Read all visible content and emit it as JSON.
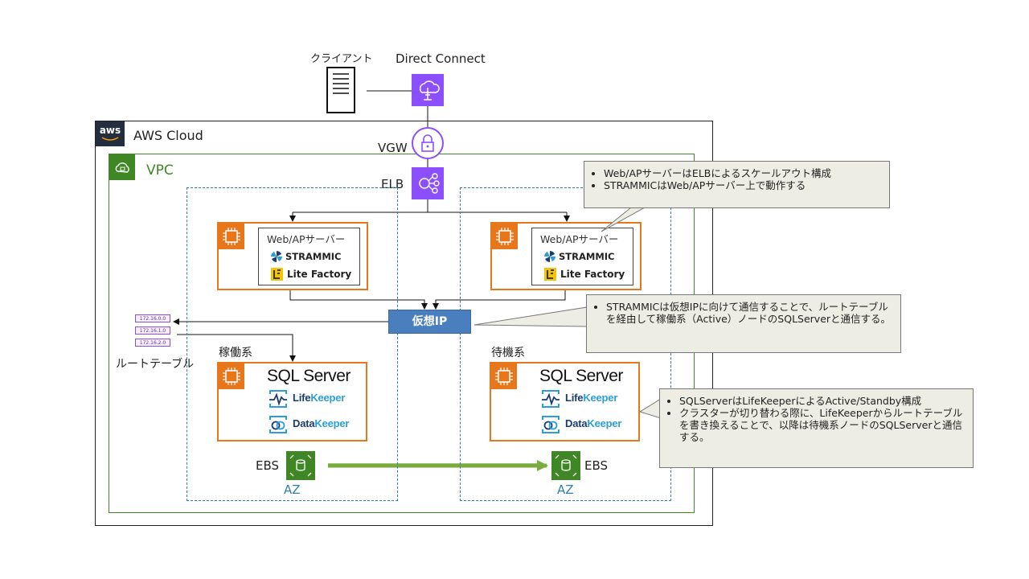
{
  "labels": {
    "client": "クライアント",
    "direct_connect": "Direct Connect",
    "aws_cloud": "AWS Cloud",
    "aws_logo": "aws",
    "vgw": "VGW",
    "vpc": "VPC",
    "elb": "ELB",
    "virtual_ip": "仮想IP",
    "route_table": "ルートテーブル",
    "active": "稼働系",
    "standby": "待機系",
    "ebs_left": "EBS",
    "ebs_right": "EBS",
    "az_left": "AZ",
    "az_right": "AZ"
  },
  "route_table_rows": [
    "172.16.0.0",
    "172.16.1.0",
    "172.16.2.0"
  ],
  "servers": {
    "web_left": {
      "title": "Web/APサーバー",
      "strammic": "STRAMMIC",
      "litefactory": "Lite Factory"
    },
    "web_right": {
      "title": "Web/APサーバー",
      "strammic": "STRAMMIC",
      "litefactory": "Lite Factory"
    },
    "sql_left": {
      "title": "SQL Server",
      "lk_a": "Life",
      "lk_b": "Keeper",
      "dk_a": "Data",
      "dk_b": "Keeper"
    },
    "sql_right": {
      "title": "SQL Server",
      "lk_a": "Life",
      "lk_b": "Keeper",
      "dk_a": "Data",
      "dk_b": "Keeper"
    }
  },
  "callouts": {
    "top": [
      "Web/APサーバーはELBによるスケールアウト構成",
      "STRAMMICはWeb/APサーバー上で動作する"
    ],
    "middle": [
      "STRAMMICは仮想IPに向けて通信することで、ルートテーブルを経由して稼働系（Active）ノードのSQLServerと通信する。"
    ],
    "bottom": [
      "SQLServerはLifeKeeperによるActive/Standby構成",
      "クラスターが切り替わる際に、LifeKeeperからルートテーブルを書き換えることで、以降は待機系ノードのSQLServerと通信する。"
    ]
  },
  "colors": {
    "orange": "#e8761a",
    "vpc_green": "#3f8624",
    "purple": "#8c4fff",
    "az_blue": "#2f7fa8",
    "vip_blue": "#4a7fbf",
    "ebs_green": "#3f8624",
    "callout_bg": "#eeede4"
  }
}
